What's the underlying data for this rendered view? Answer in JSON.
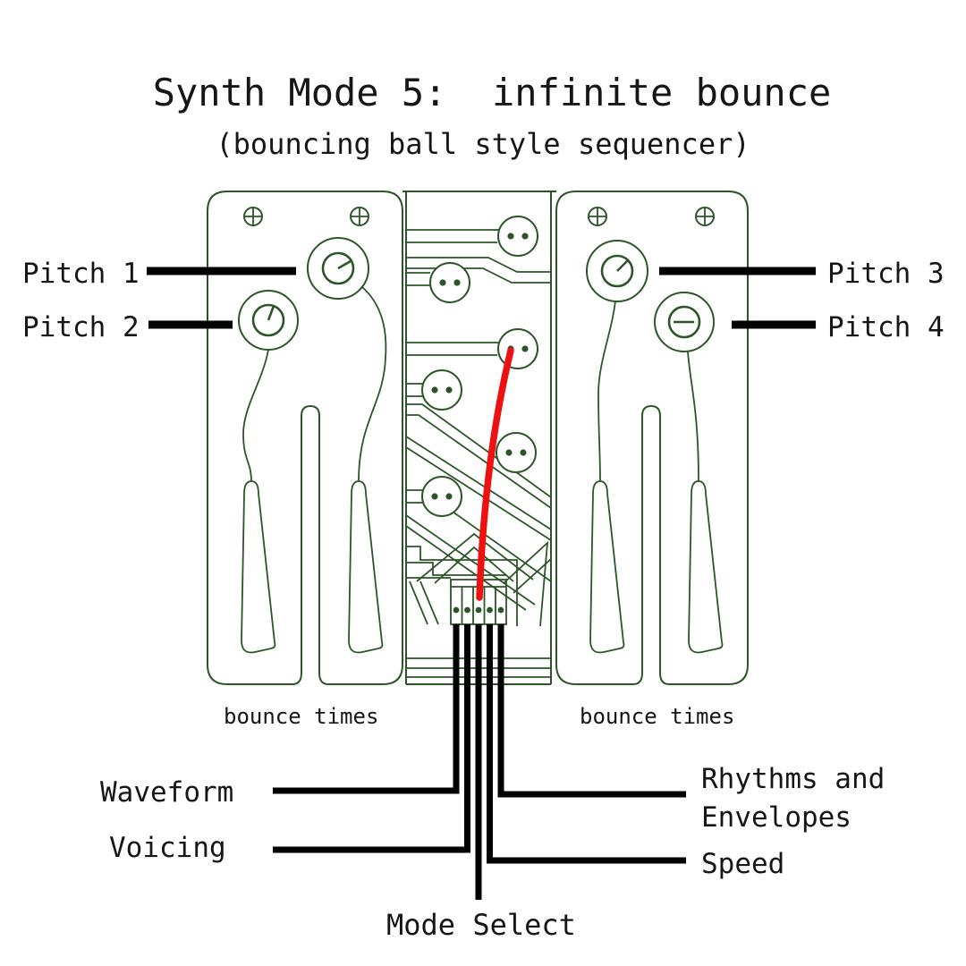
{
  "title": "Synth Mode 5:  infinite bounce",
  "subtitle": "(bouncing ball style sequencer)",
  "labels": {
    "pitch_1": "Pitch 1",
    "pitch_2": "Pitch 2",
    "pitch_3": "Pitch 3",
    "pitch_4": "Pitch 4",
    "bounce_left": "bounce times",
    "bounce_right": "bounce times",
    "waveform": "Waveform",
    "voicing": "Voicing",
    "mode_select": "Mode Select",
    "speed": "Speed",
    "rhythms_line_1": "Rhythms and",
    "rhythms_line_2": "Envelopes"
  },
  "colors": {
    "line_green": "#2c5628",
    "wire_red": "#ee1111",
    "text_black": "#161616",
    "leader_black": "#000000",
    "background": "#ffffff"
  }
}
